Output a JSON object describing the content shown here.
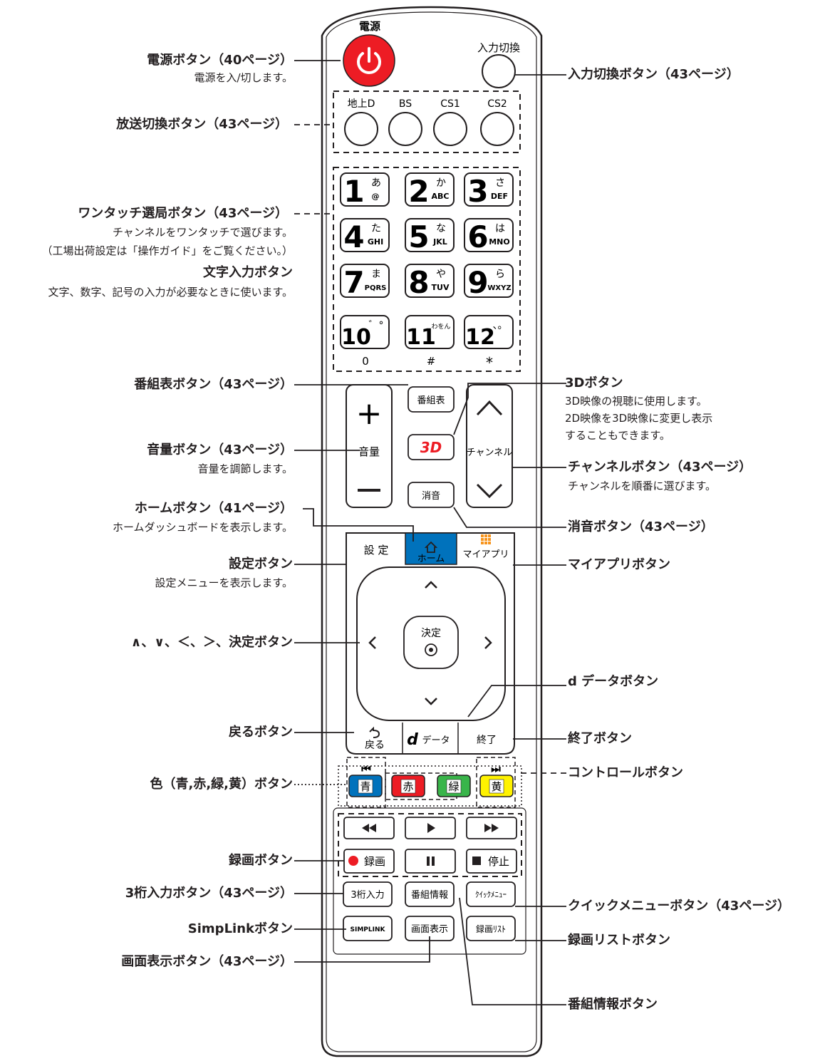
{
  "remote": {
    "top_labels": {
      "power": "電源",
      "input": "入力切換"
    },
    "broadcast": [
      "地上D",
      "BS",
      "CS1",
      "CS2"
    ],
    "numbers": [
      {
        "num": "1",
        "kana": "あ",
        "sub": "@"
      },
      {
        "num": "2",
        "kana": "か",
        "sub": "ABC"
      },
      {
        "num": "3",
        "kana": "さ",
        "sub": "DEF"
      },
      {
        "num": "4",
        "kana": "た",
        "sub": "GHI"
      },
      {
        "num": "5",
        "kana": "な",
        "sub": "JKL"
      },
      {
        "num": "6",
        "kana": "は",
        "sub": "MNO"
      },
      {
        "num": "7",
        "kana": "ま",
        "sub": "PQRS"
      },
      {
        "num": "8",
        "kana": "や",
        "sub": "TUV"
      },
      {
        "num": "9",
        "kana": "ら",
        "sub": "WXYZ"
      },
      {
        "num": "10",
        "kana": "゛°",
        "sub": ""
      },
      {
        "num": "11",
        "kana": "わをん",
        "sub": ""
      },
      {
        "num": "12",
        "kana": "、。",
        "sub": ""
      }
    ],
    "below_numbers": [
      "0",
      "#",
      "*"
    ],
    "guide": "番組表",
    "volume_label": "音量",
    "three_d": "3D",
    "channel_label": "チャンネル",
    "mute": "消音",
    "settings": "設 定",
    "home": "ホーム",
    "myapp": "マイアプリ",
    "ok": "決定",
    "back": "戻る",
    "ddata": "データ",
    "ddata_d": "d",
    "exit": "終了",
    "colors": [
      {
        "label": "青",
        "color": "#0072bc"
      },
      {
        "label": "赤",
        "color": "#ed1c24"
      },
      {
        "label": "緑",
        "color": "#39b54a"
      },
      {
        "label": "黄",
        "color": "#fff200"
      }
    ],
    "record": "録画",
    "stop": "停止",
    "three_digit": "3桁入力",
    "program_info": "番組情報",
    "quick_menu": "ｸｲｯｸﾒﾆｭｰ",
    "simplink": "SIMPLINK",
    "screen_display": "画面表示",
    "record_list": "録画ﾘｽﾄ"
  },
  "callouts": {
    "power": {
      "title": "電源ボタン（40ページ）",
      "desc": "電源を入/切します。"
    },
    "broadcast": {
      "title": "放送切換ボタン（43ページ）"
    },
    "onetouch": {
      "title": "ワンタッチ選局ボタン（43ページ）",
      "desc": "チャンネルをワンタッチで選びます。",
      "desc2": "（工場出荷設定は「操作ガイド」をご覧ください。）"
    },
    "char_input": {
      "title": "文字入力ボタン",
      "desc": "文字、数字、記号の入力が必要なときに使います。"
    },
    "guide": {
      "title": "番組表ボタン（43ページ）"
    },
    "volume": {
      "title": "音量ボタン（43ページ）",
      "desc": "音量を調節します。"
    },
    "home": {
      "title": "ホームボタン（41ページ）",
      "desc": "ホームダッシュボードを表示します。"
    },
    "settings": {
      "title": "設定ボタン",
      "desc": "設定メニューを表示します。"
    },
    "nav": {
      "title": "∧、∨、＜、＞、決定ボタン"
    },
    "back": {
      "title": "戻るボタン"
    },
    "colors": {
      "title": "色（青,赤,緑,黄）ボタン"
    },
    "record": {
      "title": "録画ボタン"
    },
    "three_digit": {
      "title": "3桁入力ボタン（43ページ）"
    },
    "simplink": {
      "title": "SimpLinkボタン"
    },
    "screen_display": {
      "title": "画面表示ボタン（43ページ）"
    },
    "input": {
      "title": "入力切換ボタン（43ページ）"
    },
    "three_d": {
      "title": "3Dボタン",
      "desc": "3D映像の視聴に使用します。",
      "desc2": "2D映像を3D映像に変更し表示",
      "desc3": "することもできます。"
    },
    "channel": {
      "title": "チャンネルボタン（43ページ）",
      "desc": "チャンネルを順番に選びます。"
    },
    "mute": {
      "title": "消音ボタン（43ページ）"
    },
    "myapp": {
      "title": "マイアプリボタン"
    },
    "ddata": {
      "title": "d データボタン"
    },
    "exit": {
      "title": "終了ボタン"
    },
    "control": {
      "title": "コントロールボタン"
    },
    "quick_menu": {
      "title": "クイックメニューボタン（43ページ）"
    },
    "record_list": {
      "title": "録画リストボタン"
    },
    "program_info": {
      "title": "番組情報ボタン"
    }
  }
}
